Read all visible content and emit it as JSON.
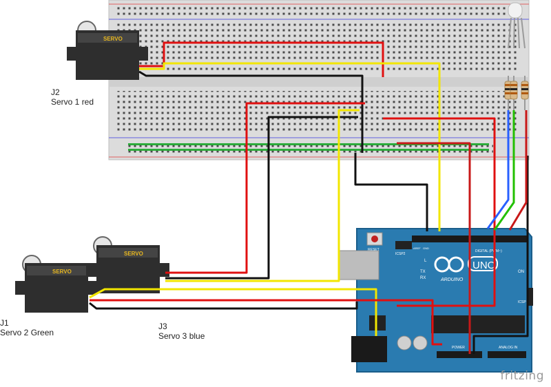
{
  "labels": {
    "j2": {
      "ref": "J2",
      "name": "Servo 1 red"
    },
    "j1": {
      "ref": "J1",
      "name": "Servo 2 Green"
    },
    "j3": {
      "ref": "J3",
      "name": "Servo 3 blue"
    }
  },
  "servo_text": "SERVO",
  "arduino": {
    "model": "UNO",
    "brand_text": "ARDUINO",
    "reset": "RESET",
    "icsp2": "ICSP2",
    "icsp": "ICSP",
    "digital": "DIGITAL (PWM~)",
    "analog": "ANALOG IN",
    "power": "POWER",
    "tx": "TX",
    "rx": "RX",
    "l": "L",
    "on": "ON",
    "aref": "AREF",
    "gnd": "GND"
  },
  "footer": "fritzing",
  "colors": {
    "board": "#2a7bb0",
    "board_edge": "#1a5d8a",
    "breadboard": "#d8d8d8",
    "wire_red": "#e01010",
    "wire_black": "#111111",
    "wire_yellow": "#f2e600",
    "wire_green": "#22c000",
    "wire_blue": "#2860ff",
    "servo_body": "#2e2e2e",
    "servo_label": "#e8b820"
  }
}
